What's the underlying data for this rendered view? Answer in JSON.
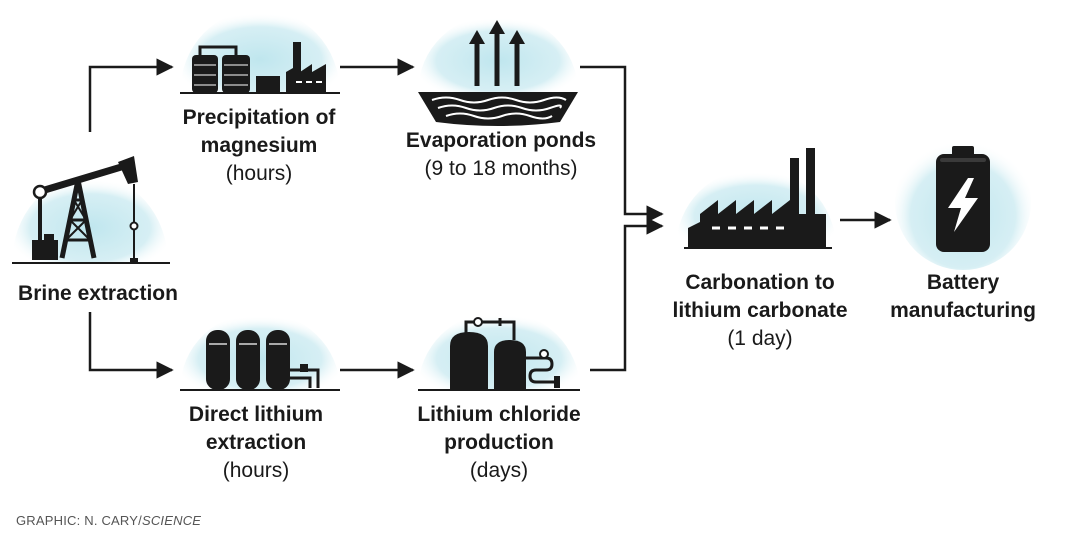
{
  "colors": {
    "glow": "#bfe6ee",
    "ink": "#1a1a1a",
    "white": "#ffffff"
  },
  "stages": {
    "brine": {
      "title": "Brine extraction",
      "icon": "oil-pump-icon"
    },
    "magnesium": {
      "title1": "Precipitation of",
      "title2": "magnesium",
      "time": "(hours)",
      "icon": "industrial-plant-icon"
    },
    "evaporation": {
      "title": "Evaporation ponds",
      "time": "(9 to 18 months)",
      "icon": "evaporation-pond-icon"
    },
    "dle": {
      "title1": "Direct lithium",
      "title2": "extraction",
      "time": "(hours)",
      "icon": "extraction-tanks-icon"
    },
    "chloride": {
      "title1": "Lithium chloride",
      "title2": "production",
      "time": "(days)",
      "icon": "chemical-tanks-icon"
    },
    "carbonation": {
      "title1": "Carbonation to",
      "title2": "lithium carbonate",
      "time": "(1 day)",
      "icon": "factory-icon"
    },
    "battery": {
      "title1": "Battery",
      "title2": "manufacturing",
      "icon": "battery-bolt-icon"
    }
  },
  "credit": {
    "prefix": "GRAPHIC: N. CARY/",
    "source": "SCIENCE"
  }
}
